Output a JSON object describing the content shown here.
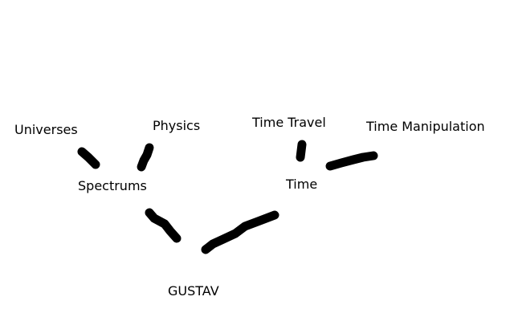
{
  "diagram": {
    "root": {
      "label": "GUSTAV"
    },
    "branches": [
      {
        "label": "Spectrums",
        "children": [
          {
            "label": "Universes"
          },
          {
            "label": "Physics"
          }
        ]
      },
      {
        "label": "Time",
        "children": [
          {
            "label": "Time Travel"
          },
          {
            "label": "Time Manipulation"
          }
        ]
      }
    ],
    "colors": {
      "stroke": "#000000",
      "text": "#000000",
      "background": "#ffffff"
    }
  }
}
